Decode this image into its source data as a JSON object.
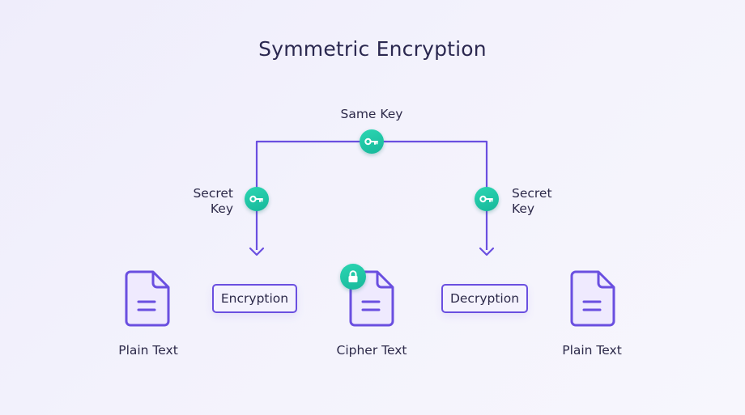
{
  "title": "Symmetric Encryption",
  "same_key_label": "Same Key",
  "secret_key_left": [
    "Secret",
    "Key"
  ],
  "secret_key_right": [
    "Secret",
    "Key"
  ],
  "encryption_label": "Encryption",
  "decryption_label": "Decryption",
  "plain_text_left": "Plain Text",
  "cipher_text": "Cipher Text",
  "plain_text_right": "Plain Text",
  "colors": {
    "accent": "#6a4fe0",
    "key_badge": "#1fc7a5",
    "text": "#2d2a4a"
  },
  "icons": [
    "key-icon",
    "lock-icon",
    "document-icon"
  ]
}
